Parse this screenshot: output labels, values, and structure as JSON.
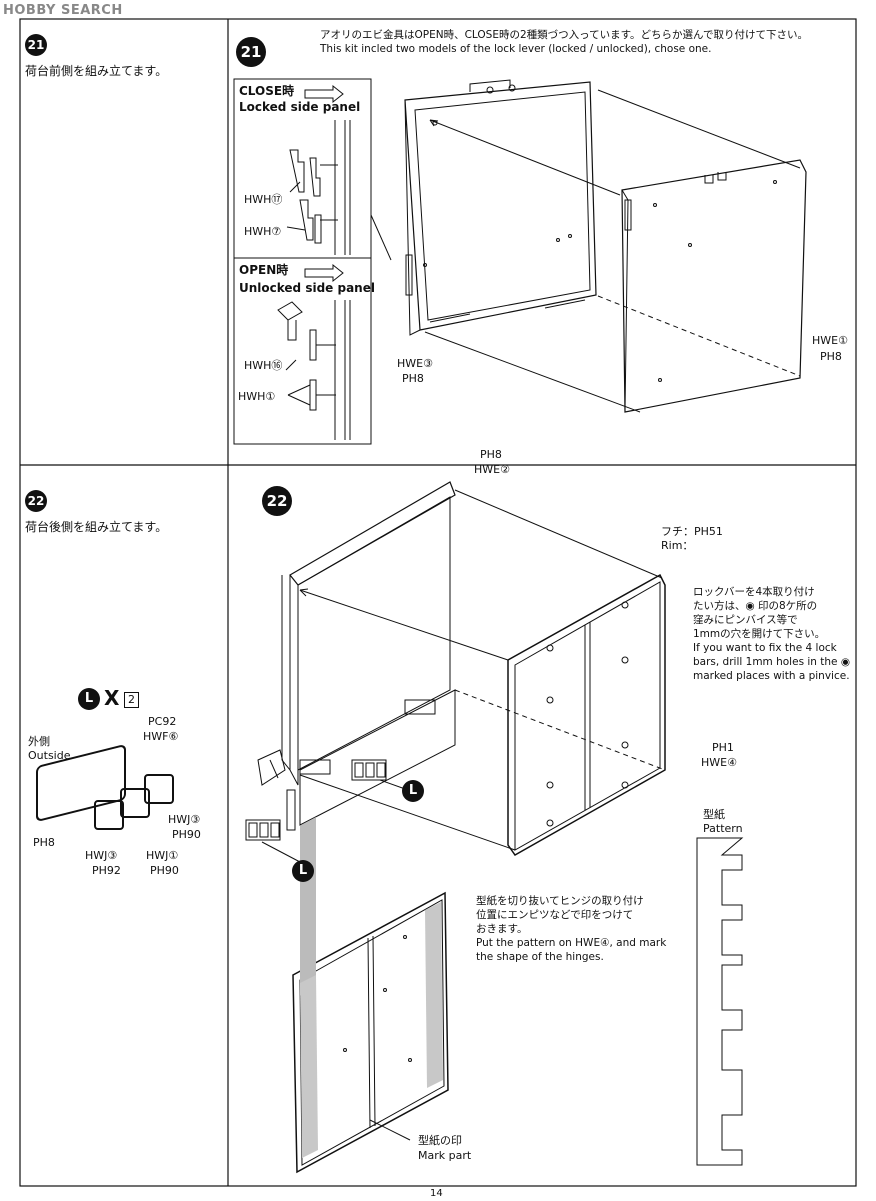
{
  "watermark": "HOBBY SEARCH",
  "page_number": "14",
  "left_col": {
    "step21": {
      "num": "21",
      "title": "荷台前側を組み立てます。"
    },
    "step22": {
      "num": "22",
      "title": "荷台後側を組み立てます。"
    },
    "part_box": {
      "lmark": "L",
      "x_mark": "X",
      "x_count": "2",
      "outside_jp": "外側",
      "outside_en": "Outside",
      "pc92": "PC92",
      "hwf6": "HWF⑥",
      "hwj3a": "HWJ③",
      "ph90a": "PH90",
      "ph8": "PH8",
      "hwj3b": "HWJ③",
      "ph92": "PH92",
      "hwj1": "HWJ①",
      "ph90b": "PH90"
    }
  },
  "step21": {
    "num": "21",
    "note_jp": "アオリのエビ金具はOPEN時、CLOSE時の2種類づつ入っています。どちらか選んで取り付けて下さい。",
    "note_en": "This kit incled two models of the lock lever (locked / unlocked), chose one.",
    "close_jp": "CLOSE時",
    "close_en": "Locked side panel",
    "open_jp": "OPEN時",
    "open_en": "Unlocked side panel",
    "hwh17": "HWH⑰",
    "hwh7": "HWH⑦",
    "hwh16": "HWH⑯",
    "hwh1": "HWH①",
    "hwe3": "HWE③",
    "ph8a": "PH8",
    "hwe1": "HWE①",
    "ph8b": "PH8"
  },
  "step22": {
    "num": "22",
    "ph8": "PH8",
    "hwe2": "HWE②",
    "rim_jp": "フチ：PH51",
    "rim_en": "Rim：",
    "lock_jp1": "ロックバーを4本取り付け",
    "lock_jp2": "たい方は、◉ 印の8ケ所の",
    "lock_jp3": "窪みにピンバイス等で",
    "lock_jp4": "1mmの穴を開けて下さい。",
    "lock_en1": "If you want to fix the 4 lock",
    "lock_en2": "bars, drill 1mm holes in the ◉",
    "lock_en3": "marked places with a pinvice.",
    "ph1": "PH1",
    "hwe4": "HWE④",
    "lmark1": "L",
    "lmark2": "L",
    "pattern_jp": "型紙",
    "pattern_en": "Pattern",
    "cut_jp1": "型紙を切り抜いてヒンジの取り付け",
    "cut_jp2": "位置にエンピツなどで印をつけて",
    "cut_jp3": "おきます。",
    "cut_en1": "Put the pattern on HWE④, and mark",
    "cut_en2": "the shape of the hinges.",
    "mark_jp": "型紙の印",
    "mark_en": "Mark part"
  }
}
